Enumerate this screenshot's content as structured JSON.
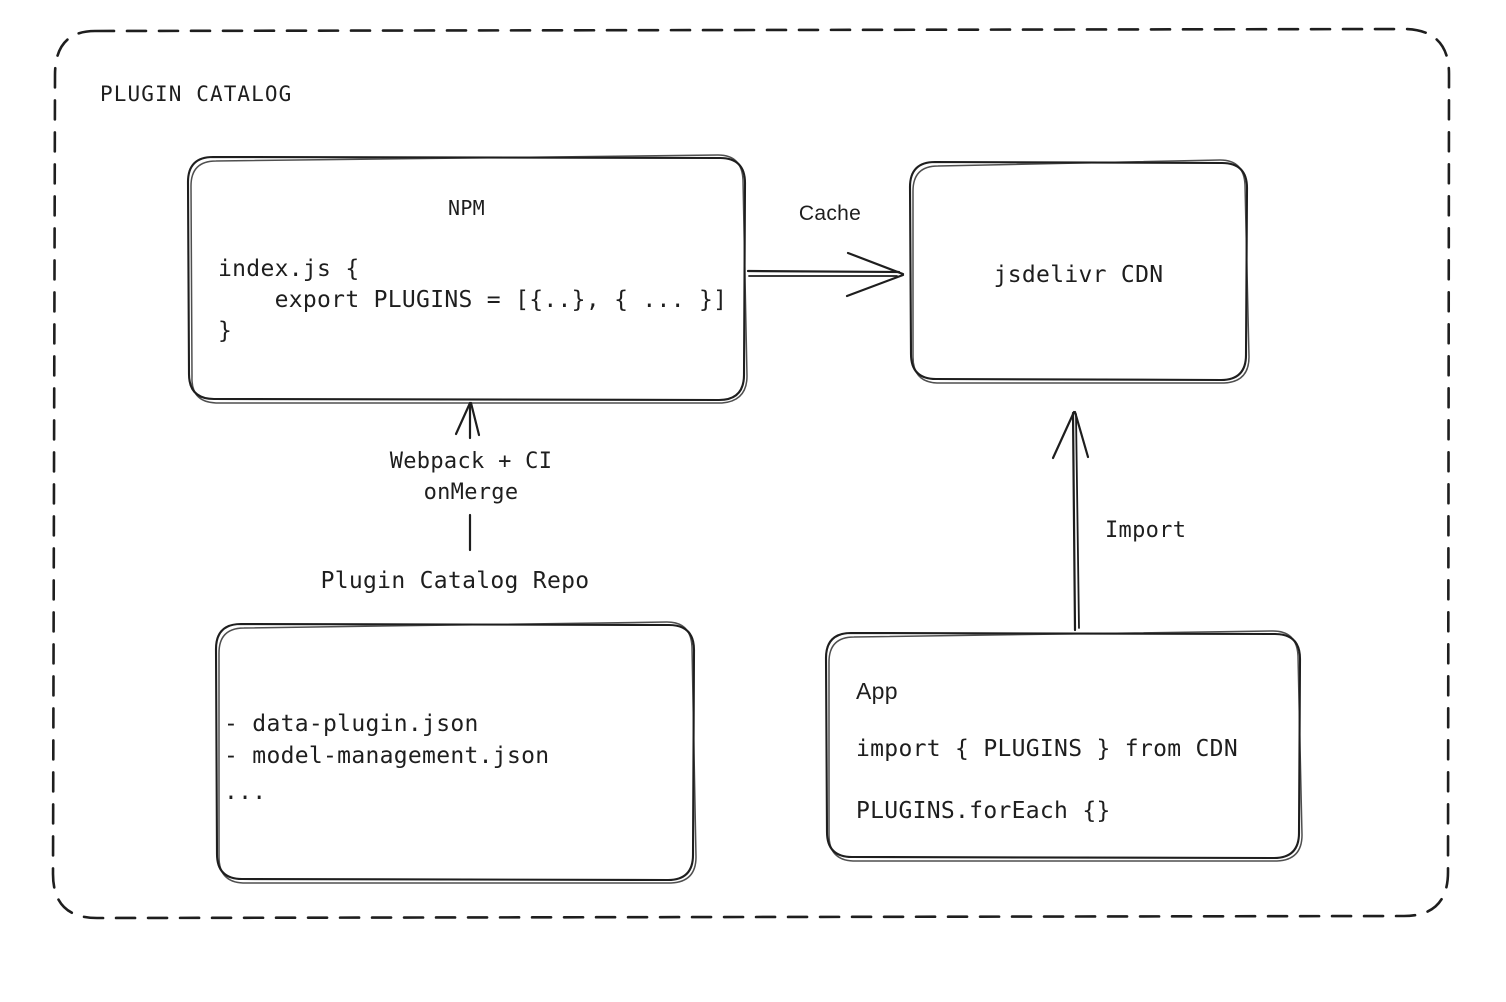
{
  "diagram": {
    "frame": {
      "title": "PLUGIN CATALOG",
      "style": "dashed-rounded-rectangle"
    },
    "nodes": {
      "npm": {
        "title": "NPM",
        "code_lines": [
          "index.js {",
          "    export PLUGINS = [{..}, { ... }]",
          "}"
        ]
      },
      "cdn": {
        "title": "jsdelivr CDN"
      },
      "repo": {
        "label": "Plugin Catalog Repo",
        "items": [
          "- data-plugin.json",
          "- model-management.json",
          "..."
        ]
      },
      "app": {
        "title": "App",
        "code_lines": [
          "import { PLUGINS } from CDN",
          "PLUGINS.forEach {}"
        ]
      }
    },
    "edges": [
      {
        "id": "npm-to-cdn",
        "label": "Cache",
        "from": "npm",
        "to": "cdn",
        "direction": "right"
      },
      {
        "id": "repo-to-npm",
        "label_lines": [
          "Webpack + CI",
          "onMerge"
        ],
        "from": "repo",
        "to": "npm",
        "direction": "up"
      },
      {
        "id": "app-to-cdn",
        "label": "Import",
        "from": "app",
        "to": "cdn",
        "direction": "up"
      }
    ],
    "colors": {
      "stroke": "#1e1e1e",
      "background": "#ffffff"
    }
  }
}
